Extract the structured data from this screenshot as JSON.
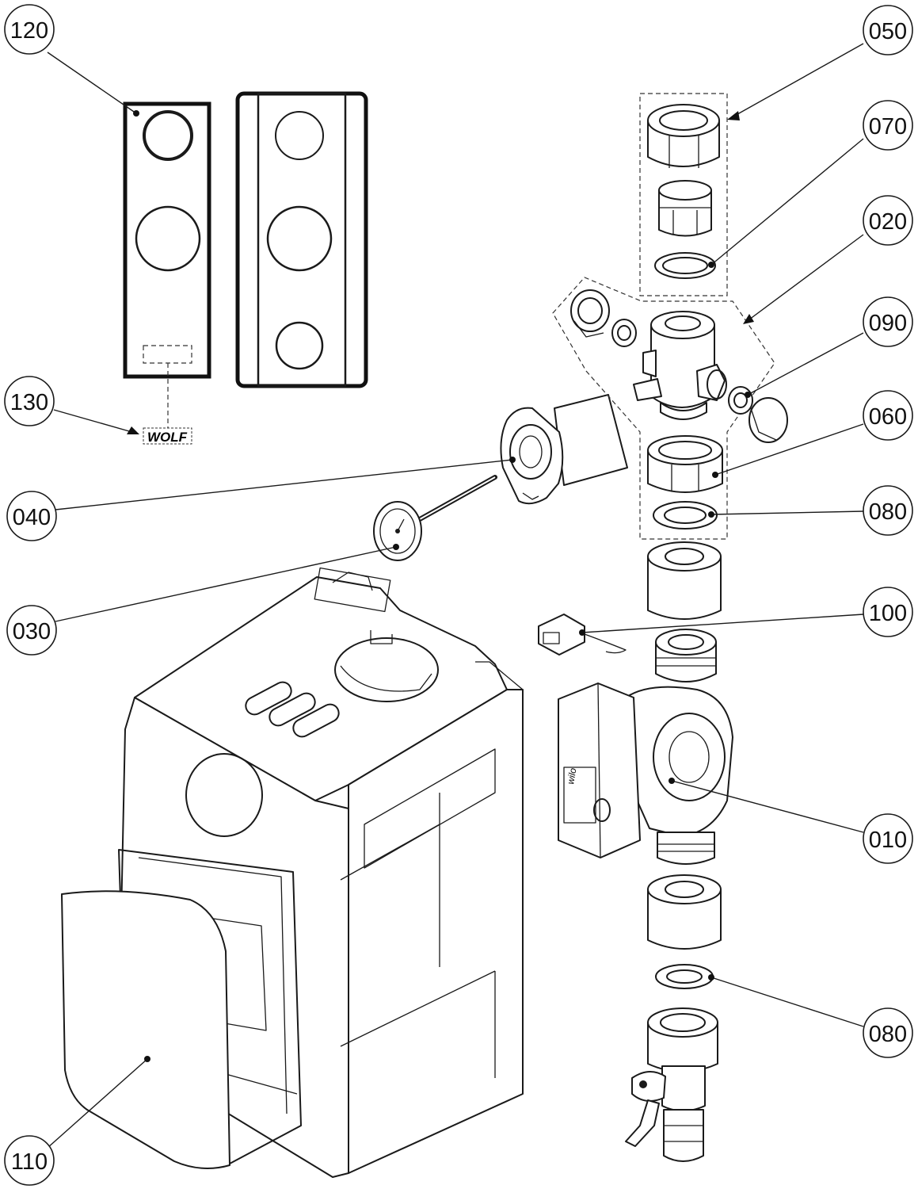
{
  "callouts": {
    "c120": "120",
    "c130": "130",
    "c040": "040",
    "c030": "030",
    "c110": "110",
    "c050": "050",
    "c070": "070",
    "c020": "020",
    "c090": "090",
    "c060": "060",
    "c080a": "080",
    "c100": "100",
    "c010": "010",
    "c080b": "080"
  },
  "labels": {
    "brand_logo": "WOLF",
    "pump_brand": "wilo"
  },
  "colors": {
    "line": "#1a1a1a",
    "background": "#ffffff"
  }
}
